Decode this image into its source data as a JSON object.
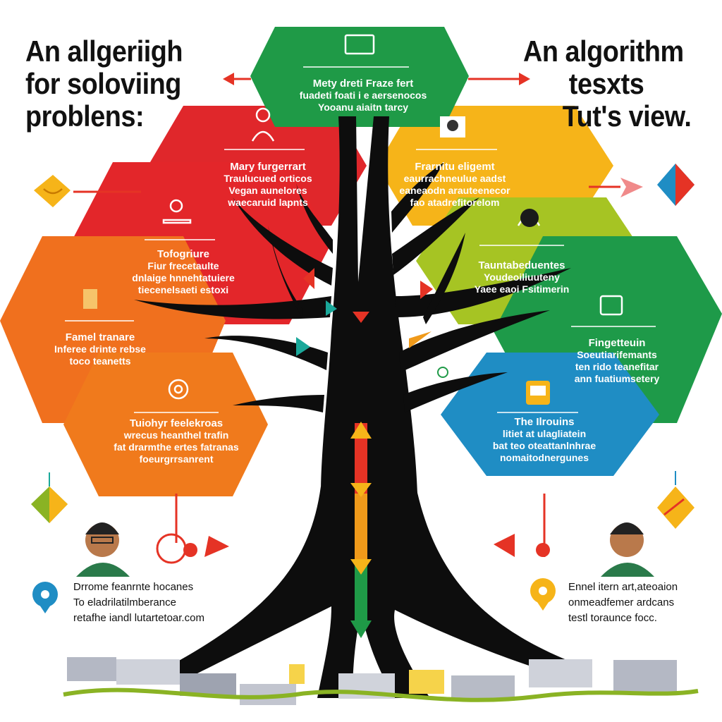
{
  "heading_left": {
    "line1": "An allgeriigh",
    "line2": "for soloviing",
    "line3": "problens:"
  },
  "heading_right": {
    "line1": "An algorithm",
    "line2": "tesxts",
    "line3": "Tut's view."
  },
  "blocks": {
    "green_top": {
      "title": "Mety dreti Fraze fert",
      "line1": "fuadeti foati i e aersenocos",
      "line2": "Yooanu aiaitn tarcy",
      "color": "#1f9a47"
    },
    "red_upper": {
      "title": "Mary furgerrart",
      "line1": "Traulucued orticos",
      "line2": "Vegan aunelores",
      "line3": "waecaruid lapnts",
      "color": "#e0272b"
    },
    "red_lower": {
      "title": "Tofogriure",
      "line1": "Fiur frecetaulte",
      "line2": "dnlaige hnnehtatuiere",
      "line3": "tiecenelsaeti estoxi",
      "color": "#e3262a"
    },
    "orange_upper": {
      "title": "Famel tranare",
      "line1": "Inferee drinte rebse",
      "line2": "toco teanetts",
      "color": "#f0701e"
    },
    "orange_lower": {
      "title": "Tuiohyr feelekroas",
      "line1": "wrecus heanthel trafin",
      "line2": "fat drarmthe ertes fatranas",
      "line3": "foeurgrrsanrent",
      "color": "#f07a1c"
    },
    "yellow": {
      "title": "Frarnitu eligemt",
      "line1": "eaurrachneulue aadst",
      "line2": "eaneaodn arauteenecor",
      "line3": "fao atadrefitorelom",
      "color": "#f6b419"
    },
    "lime": {
      "title": "Tauntabeduentes",
      "line1": "Youdeoiliuuteny",
      "line2": "Yaee eaoi Fsitimerin",
      "color": "#a6c423"
    },
    "green_right": {
      "title": "Fingetteuin",
      "line1": "Soeutiarifemants",
      "line2": "ten rido teanefitar",
      "line3": "ann fuatiumsetery",
      "color": "#1e9a49"
    },
    "blue": {
      "title": "The Ilrouins",
      "line1": "litiet at ulagliatein",
      "line2": "bat teo oteattanlnhrae",
      "line3": "nomaitodnergunes",
      "color": "#1f8dc4"
    }
  },
  "captions": {
    "left": {
      "line1": "Drrome feanrnte hocanes",
      "line2": "To eladrilatilmberance",
      "line3": "retafhe iandl lutartetoar.com"
    },
    "right": {
      "line1": "Ennel itern art,ateoaion",
      "line2": "onmeadfemer ardcans",
      "line3": "testl toraunce focc."
    }
  }
}
